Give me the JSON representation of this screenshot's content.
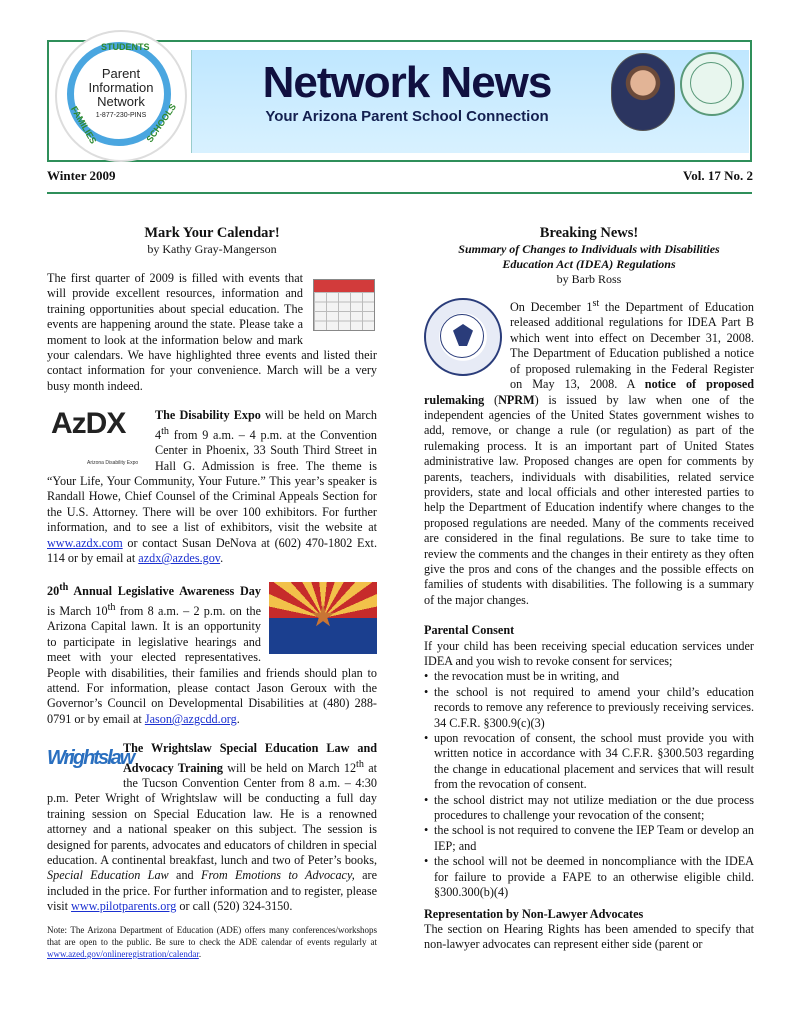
{
  "masthead": {
    "logo_top": "STUDENTS",
    "logo_left": "FAMILIES",
    "logo_right": "SCHOOLS",
    "logo_line1": "Parent",
    "logo_line2": "Information",
    "logo_line3": "Network",
    "logo_phone": "1-877-230-PINS",
    "title": "Network News",
    "subtitle": "Your Arizona Parent School Connection"
  },
  "issue": {
    "season": "Winter 2009",
    "volume": "Vol. 17 No. 2"
  },
  "left": {
    "title": "Mark Your Calendar!",
    "byline": "by Kathy Gray-Mangerson",
    "intro_float": "The first quarter of 2009 is filled with events that will provide excellent resources, information and training opportunities about special education. The events are happening around the state. Please take a moment to look at the information below and mark your calendars.",
    "intro_rest": "We have highlighted three events and listed their contact information for your convenience. March will be a very busy month indeed.",
    "expo_name": "The Disability Expo",
    "expo_t1": " will be held on March 4",
    "expo_sup": "th",
    "expo_t2": " from 9 a.m. – 4 p.m. at the Convention Center in Phoenix, 33 South Third Street in Hall G. Admission is free. The theme is “Your Life, Your Community, Your Future.” This year’s speaker is Randall Howe, Chief Counsel of the Criminal Appeals Section for the U.S. Attorney. There will be over 100 exhibitors. For further information, and to see a list of exhibitors, visit the website at ",
    "expo_link": "www.azdx.com",
    "expo_t3": " or contact Susan DeNova at (602) 470-1802 Ext. 114 or by email at ",
    "expo_email": "azdx@azdes.gov",
    "expo_t4": ".",
    "azdx_logo": "AzDX",
    "azdx_tag": "Arizona Disability Expo",
    "leg_num": "20",
    "leg_sup": "th",
    "leg_name": " Annual Legislative Awareness Day",
    "leg_t1": " is March 10",
    "leg_sup2": "th",
    "leg_t2": " from 8 a.m. – 2 p.m. on the Arizona Capital lawn. It is an opportunity to participate in legislative hearings and meet with your elected representatives. People with disabilities, their families and friends should plan to attend. For information, please contact Jason Geroux with the Governor’s Council on Developmental Disabilities at (480) 288-0791 or by email at ",
    "leg_email": "Jason@azgcdd.org",
    "leg_t3": ".",
    "wl_logo": "Wrightslaw",
    "wl_name": "The Wrightslaw Special Education Law and Advocacy Training",
    "wl_t1": " will be held on March 12",
    "wl_sup": "th",
    "wl_t2": " at the Tucson Convention Center from 8 a.m. – 4:30 p.m. Peter Wright of Wrightslaw will be conducting a full day training session on Special Education law. He is a renowned attorney and a national speaker on this subject. The session is designed for parents, advocates and educators of children in special education. A continental breakfast, lunch and two of Peter’s books, ",
    "wl_book1": "Special Education Law",
    "wl_and": " and ",
    "wl_book2": "From Emotions to Advocacy,",
    "wl_t3": " are included in the price. For further information and to register, please visit ",
    "wl_link": "www.pilotparents.org",
    "wl_t4": " or call (520) 324-3150.",
    "note_t1": "Note: The Arizona Department of Education (ADE) offers many conferences/workshops that are open to the public. Be sure to check the ADE calendar of events regularly at ",
    "note_link": "www.azed.gov/onlineregistration/calendar",
    "note_t2": "."
  },
  "right": {
    "title": "Breaking News!",
    "subtitle1": "Summary of Changes to Individuals with Disabilities",
    "subtitle2": "Education Act (IDEA) Regulations",
    "byline": "by Barb Ross",
    "p1_a": "On December 1",
    "p1_sup": "st",
    "p1_b": " the Department of Education released additional regulations for IDEA Part B which went into effect on December 31, 2008. The Department of Education published a notice of proposed rulemaking in the Federal Register on May 13, 2008. A ",
    "p1_bold": "notice of proposed rulemaking",
    "p1_c": " (",
    "p1_bold2": "NPRM",
    "p1_d": ") is issued by law when one of the independent agencies of the United States government wishes to add, remove, or change a rule (or regulation) as part of the rulemaking process. It is an important part of United States administrative law. Proposed changes are open for comments by parents, teachers, individuals with disabilities, related service providers, state and local officials and other interested parties to help the Department of Education indentify where changes to the proposed regulations are needed. Many of the comments received are considered in the final regulations. Be sure to take time to review the comments and the changes in their entirety as they often give the pros and cons of the changes and the possible effects on families of students with disabilities. The following is a summary of the major changes.",
    "consent_head": "Parental Consent",
    "consent_intro": "If your child has been receiving special education services under IDEA and you wish to revoke consent for services;",
    "bullets": [
      "the revocation must be in writing, and",
      "the school is not required to amend your child’s education records to remove any reference to previously receiving services. 34 C.F.R. §300.9(c)(3)",
      "upon revocation of consent, the school must provide you with written notice in accordance with 34 C.F.R. §300.503 regarding the change in educational placement and services that will result from the revocation of consent.",
      "the school district may not utilize mediation or the due process procedures to challenge your revocation of the consent;",
      "the school is not required to convene the IEP Team or develop an IEP; and",
      "the school will not be deemed in noncompliance with the IDEA for failure to provide a FAPE to an otherwise eligible child. §300.300(b)(4)"
    ],
    "rep_head": "Representation by Non-Lawyer Advocates",
    "rep_text": "The section on Hearing Rights has been amended to specify that non-lawyer advocates can represent either side (parent or"
  }
}
